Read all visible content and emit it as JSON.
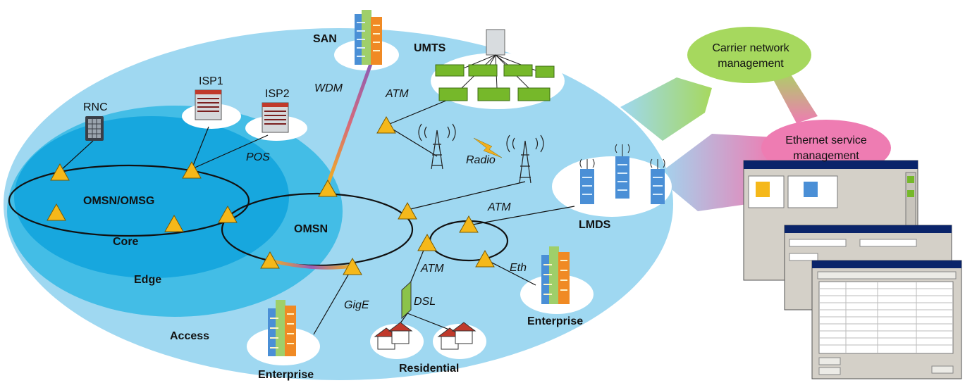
{
  "colors": {
    "access": "#9fd8f1",
    "edge": "#43bde6",
    "core": "#17a7de",
    "carrier_bubble": "#a6d85e",
    "ethernet_bubble": "#ee7cb2",
    "node": "#f5b81a"
  },
  "diagram": {
    "regions": {
      "core": "Core",
      "edge": "Edge",
      "access": "Access"
    },
    "rings": {
      "core_ring": "OMSN/OMSG",
      "metro_ring": "OMSN"
    },
    "sites": {
      "rnc": "RNC",
      "isp1": "ISP1",
      "isp2": "ISP2",
      "san": "SAN",
      "umts": "UMTS",
      "lmds": "LMDS",
      "enterprise_right": "Enterprise",
      "enterprise_bottom": "Enterprise",
      "residential": "Residential"
    },
    "links": {
      "pos": "POS",
      "wdm": "WDM",
      "atm_umts": "ATM",
      "radio": "Radio",
      "atm_lmds": "ATM",
      "atm_dsl": "ATM",
      "dsl": "DSL",
      "eth": "Eth",
      "gige": "GigE"
    },
    "management": {
      "carrier": [
        "Carrier network",
        "management"
      ],
      "ethernet": [
        "Ethernet service",
        "management"
      ]
    }
  }
}
